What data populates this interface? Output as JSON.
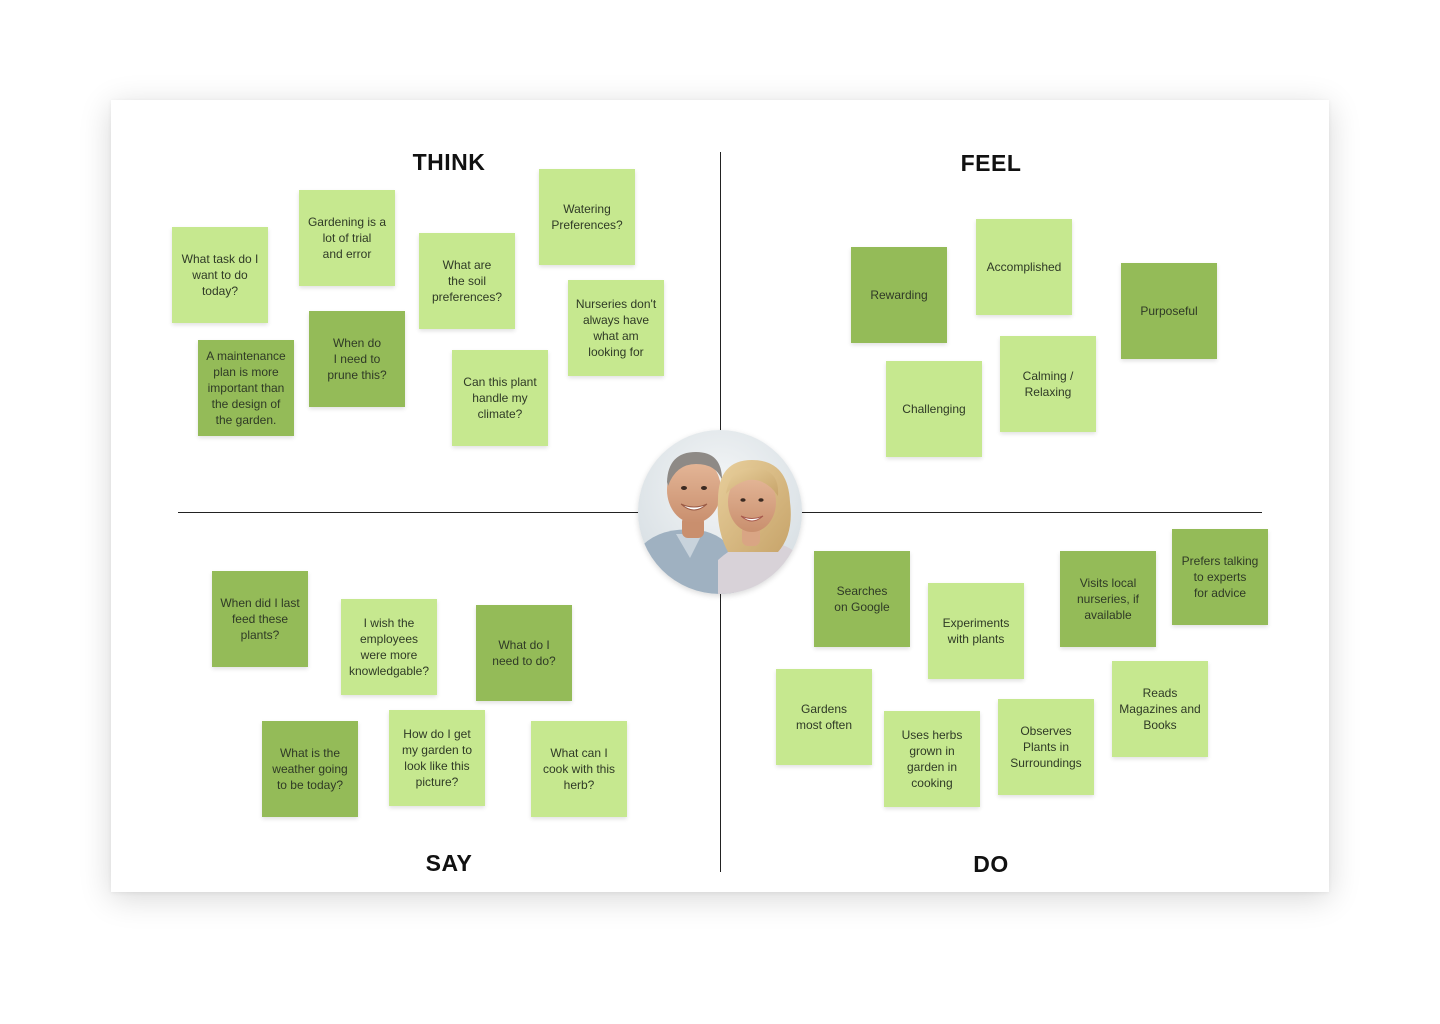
{
  "colors": {
    "note_light": "#c6e88f",
    "note_dark": "#94bb58",
    "divider": "#222222"
  },
  "quadrants": {
    "think": "THINK",
    "feel": "FEEL",
    "say": "SAY",
    "do": "DO"
  },
  "persona": {
    "icon": "couple-photo-icon"
  },
  "notes": {
    "think": [
      "What task do I\nwant to do\ntoday?",
      "Gardening is a\nlot of trial\nand error",
      "What are\nthe soil\npreferences?",
      "Watering\nPreferences?",
      "A maintenance\nplan is more\nimportant than\nthe design of\nthe garden.",
      "When do\nI need to\nprune this?",
      "Nurseries don't\nalways have\nwhat  am\nlooking for",
      "Can this plant\nhandle my\nclimate?"
    ],
    "feel": [
      "Rewarding",
      "Accomplished",
      "Purposeful",
      "Challenging",
      "Calming /\nRelaxing"
    ],
    "say": [
      "When did I last\nfeed these\nplants?",
      "I wish the\nemployees\nwere more\nknowledgable?",
      "What do I\nneed to do?",
      "What is the\nweather going\nto be today?",
      "How do I get\nmy garden to\nlook like this\npicture?",
      "What can I\ncook with this\nherb?"
    ],
    "do": [
      "Searches\non Google",
      "Experiments\nwith plants",
      "Visits local\nnurseries, if\navailable",
      "Prefers talking\nto experts\nfor advice",
      "Gardens\nmost often",
      "Uses herbs\ngrown in\ngarden in\ncooking",
      "Observes\nPlants in\nSurroundings",
      "Reads\nMagazines and\nBooks"
    ]
  }
}
